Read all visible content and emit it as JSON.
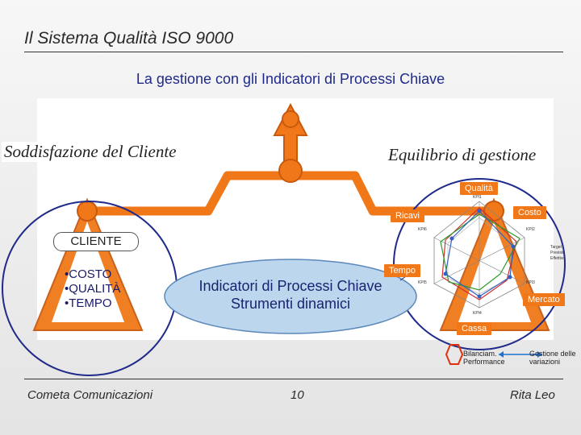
{
  "header": {
    "title": "Il Sistema Qualità ISO 9000",
    "subtitle": "La gestione con gli Indicatori di Processi Chiave"
  },
  "diagram": {
    "left_label": "Soddisfazione del Cliente",
    "right_label": "Equilibrio di gestione",
    "cliente": {
      "title": "CLIENTE",
      "items": [
        "•COSTO",
        "•QUALITÀ",
        "•TEMPO"
      ]
    },
    "center_ellipse": [
      "Indicatori di Processi Chiave",
      "Strumenti dinamici"
    ],
    "radar_tags": {
      "qualita": "Qualità",
      "costo": "Costo",
      "ricavi": "Ricavi",
      "tempo": "Tempo",
      "mercato": "Mercato",
      "cassa": "Cassa"
    },
    "legend_small": [
      "Target",
      "Previsto",
      "Effettivo"
    ],
    "bottom_legend": {
      "left": [
        "Bilanciam.",
        "Performance"
      ],
      "right": [
        "Gestione delle",
        "variazioni"
      ]
    }
  },
  "footer": {
    "left": "Cometa Comunicazioni",
    "center": "10",
    "right": "Rita Leo"
  },
  "colors": {
    "orange": "#f07818",
    "orange_dark": "#c85a10",
    "navy": "#1f2a8a",
    "ellipse_fill": "#bcd6ee"
  }
}
